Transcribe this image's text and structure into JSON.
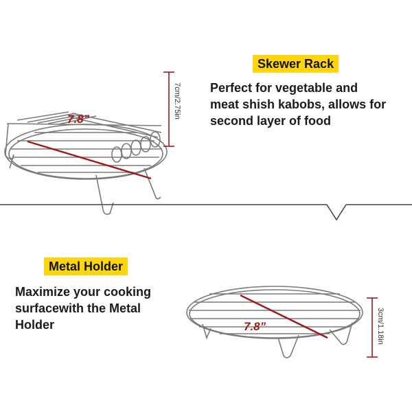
{
  "top": {
    "tag": "Skewer Rack",
    "description": [
      "Perfect for vegetable and",
      "meat shish kabobs, allows for",
      "second layer of food"
    ],
    "diameter": "7.8”",
    "height": "7cm/2.75in"
  },
  "bottom": {
    "tag": "Metal Holder",
    "description": [
      "Maximize your cooking",
      "surfacewith the Metal",
      "Holder"
    ],
    "diameter": "7.8”",
    "height": "3cm/1.18in"
  },
  "colors": {
    "tag_bg": "#ffd60a",
    "measure_line": "#a01818"
  },
  "icons": [
    "skewer-rack-image",
    "metal-holder-image",
    "divider-chevron"
  ]
}
